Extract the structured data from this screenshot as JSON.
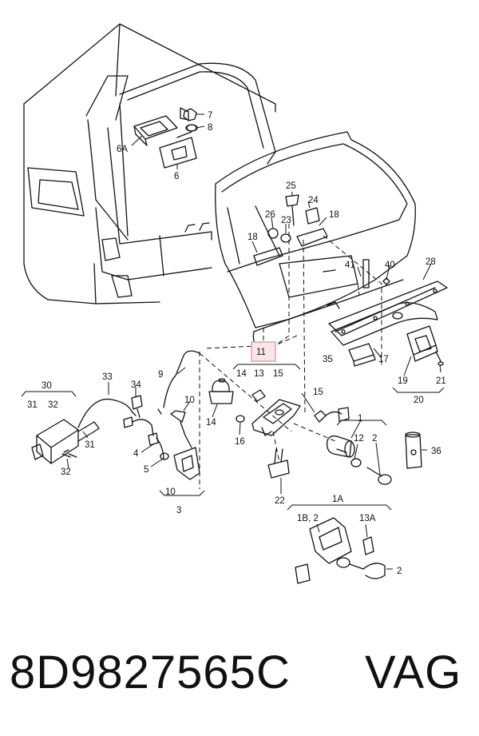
{
  "diagram": {
    "callouts": [
      {
        "id": "c7",
        "text": "7"
      },
      {
        "id": "c8",
        "text": "8"
      },
      {
        "id": "c6A",
        "text": "6A"
      },
      {
        "id": "c6",
        "text": "6"
      },
      {
        "id": "c25",
        "text": "25"
      },
      {
        "id": "c24",
        "text": "24"
      },
      {
        "id": "c26",
        "text": "26"
      },
      {
        "id": "c23",
        "text": "23"
      },
      {
        "id": "c18a",
        "text": "18"
      },
      {
        "id": "c18b",
        "text": "18"
      },
      {
        "id": "c28",
        "text": "28"
      },
      {
        "id": "c41",
        "text": "41"
      },
      {
        "id": "c40",
        "text": "40"
      },
      {
        "id": "c11",
        "text": "11"
      },
      {
        "id": "c14a",
        "text": "14"
      },
      {
        "id": "c13",
        "text": "13"
      },
      {
        "id": "c15a",
        "text": "15"
      },
      {
        "id": "c35",
        "text": "35"
      },
      {
        "id": "c17",
        "text": "17"
      },
      {
        "id": "c19",
        "text": "19"
      },
      {
        "id": "c21",
        "text": "21"
      },
      {
        "id": "c20",
        "text": "20"
      },
      {
        "id": "c9",
        "text": "9"
      },
      {
        "id": "c33",
        "text": "33"
      },
      {
        "id": "c34",
        "text": "34"
      },
      {
        "id": "c30",
        "text": "30"
      },
      {
        "id": "c31a",
        "text": "31"
      },
      {
        "id": "c32a",
        "text": "32"
      },
      {
        "id": "c31b",
        "text": "31"
      },
      {
        "id": "c32b",
        "text": "32"
      },
      {
        "id": "c10a",
        "text": "10"
      },
      {
        "id": "c14b",
        "text": "14"
      },
      {
        "id": "c15b",
        "text": "15"
      },
      {
        "id": "c16",
        "text": "16"
      },
      {
        "id": "c4",
        "text": "4"
      },
      {
        "id": "c5",
        "text": "5"
      },
      {
        "id": "c10b",
        "text": "10"
      },
      {
        "id": "c3",
        "text": "3"
      },
      {
        "id": "c22",
        "text": "22"
      },
      {
        "id": "c1",
        "text": "1"
      },
      {
        "id": "c12",
        "text": "12"
      },
      {
        "id": "c2a",
        "text": "2"
      },
      {
        "id": "c36",
        "text": "36"
      },
      {
        "id": "c1A",
        "text": "1A"
      },
      {
        "id": "c1B2",
        "text": "1B, 2"
      },
      {
        "id": "c13A",
        "text": "13A"
      },
      {
        "id": "c2b",
        "text": "2"
      }
    ],
    "highlight_color": "#e8a0a8"
  },
  "footer": {
    "part_number": "8D9827565C",
    "brand": "VAG"
  }
}
